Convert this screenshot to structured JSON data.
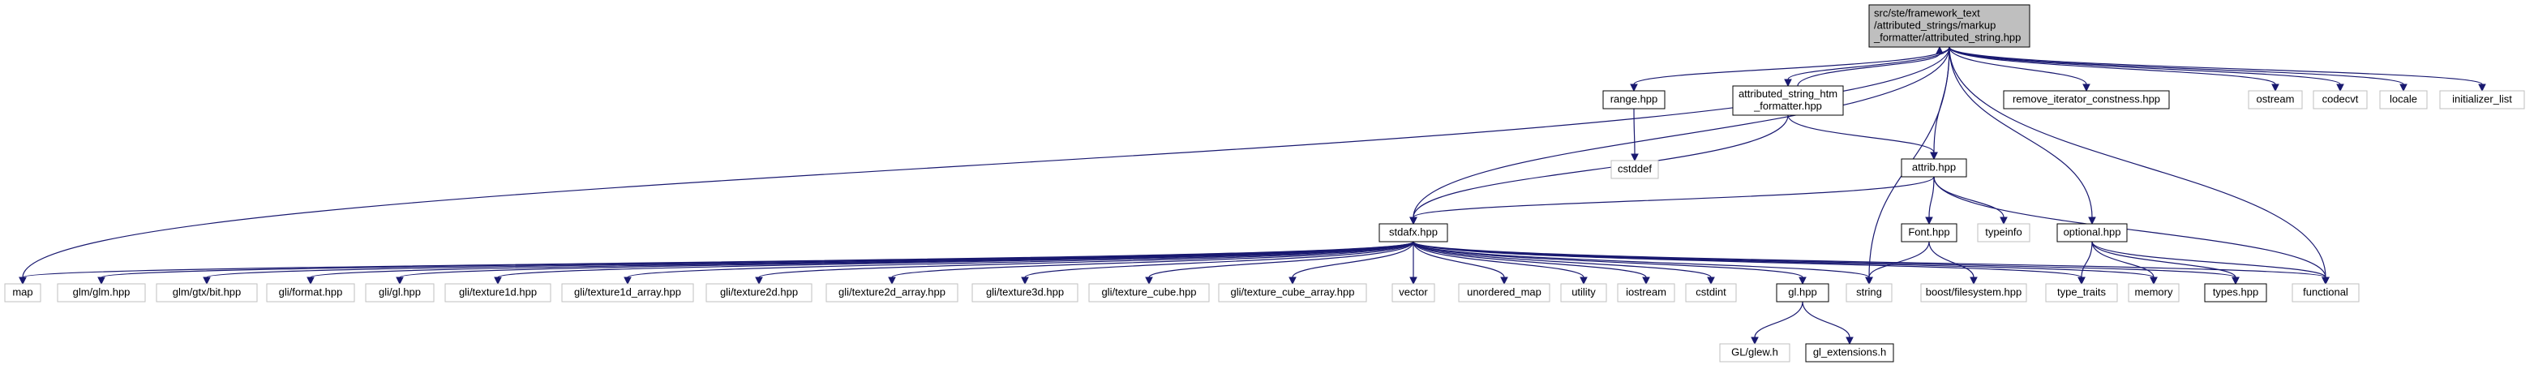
{
  "colors": {
    "edge": "#191970",
    "root_fill": "#bfbfbf",
    "linked_border": "#000000",
    "external_border": "#bfbfbf",
    "external_text": "#000000",
    "background": "#ffffff"
  },
  "nodes": [
    {
      "id": "root",
      "kind": "root",
      "lines": [
        "src/ste/framework_text",
        "/attributed_strings/markup",
        "_formatter/attributed_string.hpp"
      ]
    },
    {
      "id": "range",
      "kind": "linked",
      "lines": [
        "range.hpp"
      ]
    },
    {
      "id": "ashtml",
      "kind": "linked",
      "lines": [
        "attributed_string_htm",
        "_formatter.hpp"
      ]
    },
    {
      "id": "remove_iter",
      "kind": "linked",
      "lines": [
        "remove_iterator_constness.hpp"
      ]
    },
    {
      "id": "ostream",
      "kind": "external",
      "lines": [
        "ostream"
      ]
    },
    {
      "id": "codecvt",
      "kind": "external",
      "lines": [
        "codecvt"
      ]
    },
    {
      "id": "locale",
      "kind": "external",
      "lines": [
        "locale"
      ]
    },
    {
      "id": "initializer_list",
      "kind": "external",
      "lines": [
        "initializer_list"
      ]
    },
    {
      "id": "cstddef",
      "kind": "external",
      "lines": [
        "cstddef"
      ]
    },
    {
      "id": "attrib",
      "kind": "linked",
      "lines": [
        "attrib.hpp"
      ]
    },
    {
      "id": "stdafx",
      "kind": "linked",
      "lines": [
        "stdafx.hpp"
      ]
    },
    {
      "id": "font",
      "kind": "linked",
      "lines": [
        "Font.hpp"
      ]
    },
    {
      "id": "typeinfo",
      "kind": "external",
      "lines": [
        "typeinfo"
      ]
    },
    {
      "id": "optional",
      "kind": "linked",
      "lines": [
        "optional.hpp"
      ]
    },
    {
      "id": "map",
      "kind": "external",
      "lines": [
        "map"
      ]
    },
    {
      "id": "glm",
      "kind": "external",
      "lines": [
        "glm/glm.hpp"
      ]
    },
    {
      "id": "gtxbit",
      "kind": "external",
      "lines": [
        "glm/gtx/bit.hpp"
      ]
    },
    {
      "id": "gliformat",
      "kind": "external",
      "lines": [
        "gli/format.hpp"
      ]
    },
    {
      "id": "gligl",
      "kind": "external",
      "lines": [
        "gli/gl.hpp"
      ]
    },
    {
      "id": "tex1d",
      "kind": "external",
      "lines": [
        "gli/texture1d.hpp"
      ]
    },
    {
      "id": "tex1da",
      "kind": "external",
      "lines": [
        "gli/texture1d_array.hpp"
      ]
    },
    {
      "id": "tex2d",
      "kind": "external",
      "lines": [
        "gli/texture2d.hpp"
      ]
    },
    {
      "id": "tex2da",
      "kind": "external",
      "lines": [
        "gli/texture2d_array.hpp"
      ]
    },
    {
      "id": "tex3d",
      "kind": "external",
      "lines": [
        "gli/texture3d.hpp"
      ]
    },
    {
      "id": "texcube",
      "kind": "external",
      "lines": [
        "gli/texture_cube.hpp"
      ]
    },
    {
      "id": "texcubea",
      "kind": "external",
      "lines": [
        "gli/texture_cube_array.hpp"
      ]
    },
    {
      "id": "vector",
      "kind": "external",
      "lines": [
        "vector"
      ]
    },
    {
      "id": "umap",
      "kind": "external",
      "lines": [
        "unordered_map"
      ]
    },
    {
      "id": "utility",
      "kind": "external",
      "lines": [
        "utility"
      ]
    },
    {
      "id": "iostream",
      "kind": "external",
      "lines": [
        "iostream"
      ]
    },
    {
      "id": "cstdint",
      "kind": "external",
      "lines": [
        "cstdint"
      ]
    },
    {
      "id": "glhpp",
      "kind": "linked",
      "lines": [
        "gl.hpp"
      ]
    },
    {
      "id": "string",
      "kind": "external",
      "lines": [
        "string"
      ]
    },
    {
      "id": "boostfs",
      "kind": "external",
      "lines": [
        "boost/filesystem.hpp"
      ]
    },
    {
      "id": "typetraits",
      "kind": "external",
      "lines": [
        "type_traits"
      ]
    },
    {
      "id": "memory",
      "kind": "external",
      "lines": [
        "memory"
      ]
    },
    {
      "id": "types",
      "kind": "linked",
      "lines": [
        "types.hpp"
      ]
    },
    {
      "id": "functional",
      "kind": "external",
      "lines": [
        "functional"
      ]
    },
    {
      "id": "glew",
      "kind": "external",
      "lines": [
        "GL/glew.h"
      ]
    },
    {
      "id": "glext",
      "kind": "linked",
      "lines": [
        "gl_extensions.h"
      ]
    }
  ],
  "edges": [
    [
      "root",
      "range"
    ],
    [
      "root",
      "ashtml"
    ],
    [
      "root",
      "remove_iter"
    ],
    [
      "root",
      "ostream"
    ],
    [
      "root",
      "codecvt"
    ],
    [
      "root",
      "locale"
    ],
    [
      "root",
      "initializer_list"
    ],
    [
      "root",
      "attrib"
    ],
    [
      "root",
      "optional"
    ],
    [
      "root",
      "stdafx"
    ],
    [
      "root",
      "string"
    ],
    [
      "root",
      "functional"
    ],
    [
      "root",
      "map"
    ],
    [
      "ashtml",
      "root"
    ],
    [
      "ashtml",
      "attrib"
    ],
    [
      "ashtml",
      "stdafx"
    ],
    [
      "range",
      "cstddef"
    ],
    [
      "attrib",
      "stdafx"
    ],
    [
      "attrib",
      "font"
    ],
    [
      "attrib",
      "typeinfo"
    ],
    [
      "attrib",
      "functional"
    ],
    [
      "font",
      "string"
    ],
    [
      "font",
      "boostfs"
    ],
    [
      "optional",
      "typetraits"
    ],
    [
      "optional",
      "memory"
    ],
    [
      "optional",
      "types"
    ],
    [
      "optional",
      "functional"
    ],
    [
      "stdafx",
      "map"
    ],
    [
      "stdafx",
      "glm"
    ],
    [
      "stdafx",
      "gtxbit"
    ],
    [
      "stdafx",
      "gliformat"
    ],
    [
      "stdafx",
      "gligl"
    ],
    [
      "stdafx",
      "tex1d"
    ],
    [
      "stdafx",
      "tex1da"
    ],
    [
      "stdafx",
      "tex2d"
    ],
    [
      "stdafx",
      "tex2da"
    ],
    [
      "stdafx",
      "tex3d"
    ],
    [
      "stdafx",
      "texcube"
    ],
    [
      "stdafx",
      "texcubea"
    ],
    [
      "stdafx",
      "vector"
    ],
    [
      "stdafx",
      "umap"
    ],
    [
      "stdafx",
      "utility"
    ],
    [
      "stdafx",
      "iostream"
    ],
    [
      "stdafx",
      "cstdint"
    ],
    [
      "stdafx",
      "glhpp"
    ],
    [
      "stdafx",
      "string"
    ],
    [
      "stdafx",
      "typetraits"
    ],
    [
      "stdafx",
      "memory"
    ],
    [
      "stdafx",
      "types"
    ],
    [
      "stdafx",
      "functional"
    ],
    [
      "glhpp",
      "glew"
    ],
    [
      "glhpp",
      "glext"
    ]
  ]
}
